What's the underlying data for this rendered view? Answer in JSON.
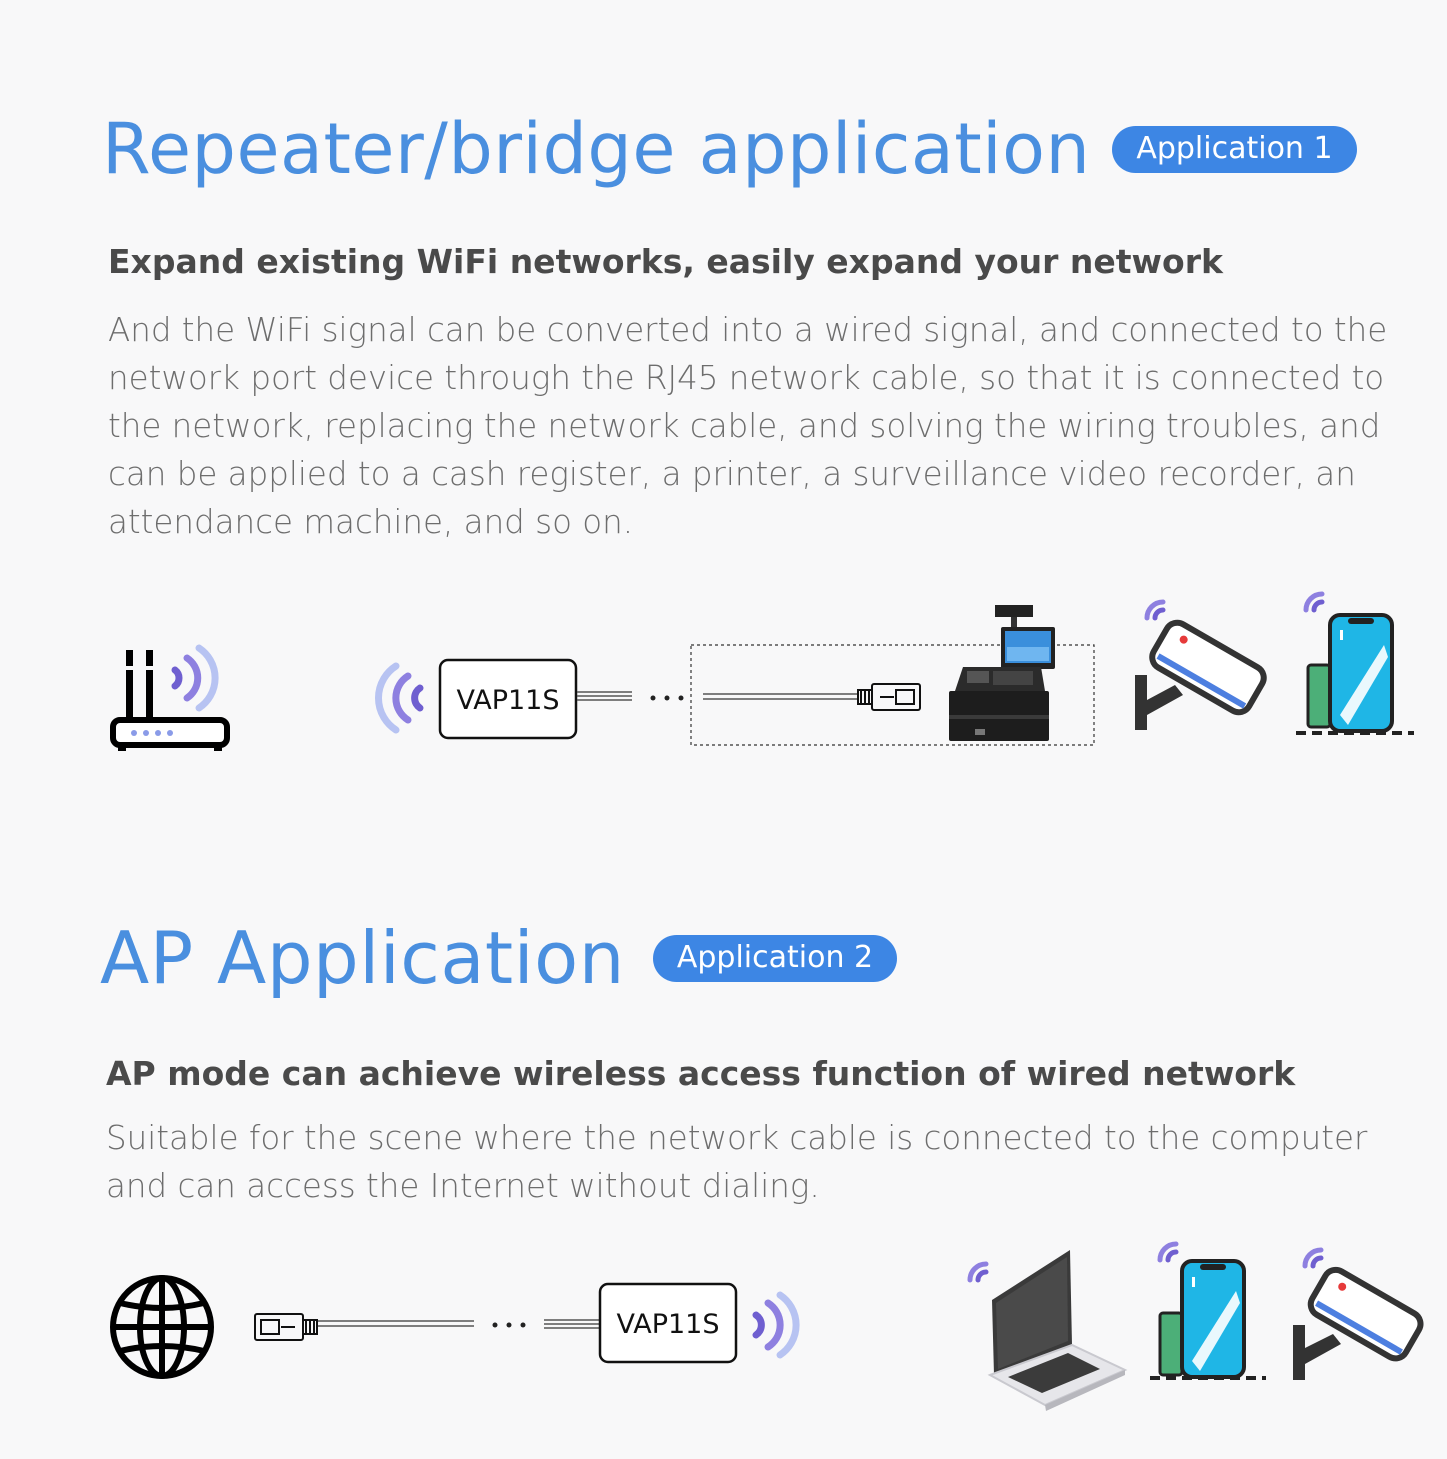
{
  "section1": {
    "title": "Repeater/bridge application",
    "badge": "Application 1",
    "subtitle": "Expand existing WiFi networks,  easily expand your network",
    "body": "And the WiFi signal can be converted into a wired signal, and connected to the network port device through the RJ45 network cable, so that it is connected to the network, replacing the network cable, and solving the wiring troubles, and can be applied to a cash register, a printer, a surveillance video recorder, an attendance machine, and so on.",
    "device_label": "VAP11S",
    "icons": [
      "router-icon",
      "wifi-signal-icon",
      "ethernet-plug-icon",
      "cash-register-icon",
      "security-camera-icon",
      "smartphone-icon"
    ]
  },
  "section2": {
    "title": "AP Application",
    "badge": "Application 2",
    "subtitle": "AP mode can achieve wireless access function of wired network",
    "body": "Suitable for the scene where the network cable is connected to the computer and can access the Internet without dialing.",
    "device_label": "VAP11S",
    "icons": [
      "globe-icon",
      "ethernet-plug-icon",
      "wifi-signal-icon",
      "laptop-icon",
      "smartphone-icon",
      "security-camera-icon"
    ]
  },
  "colors": {
    "title_blue": "#4a8fdf",
    "badge_blue": "#3d86e4",
    "signal_purple": "#8e80e0",
    "phone_cyan": "#1fb6e6"
  }
}
